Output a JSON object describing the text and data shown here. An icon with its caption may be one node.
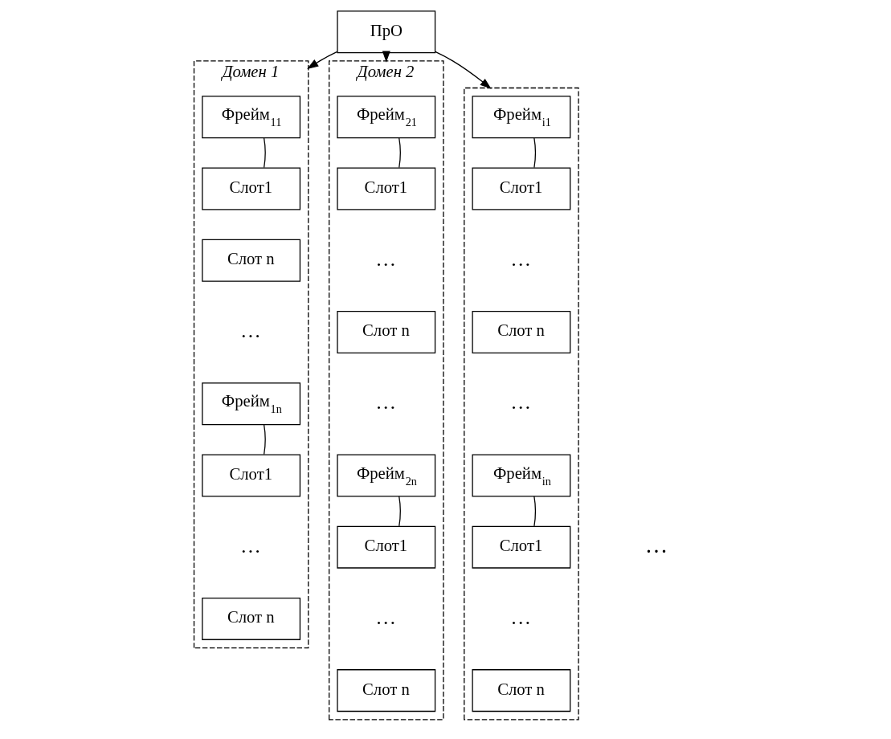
{
  "diagram": {
    "nodes": [
      {
        "text": [
          "ПрО"
        ]
      },
      {
        "text": [
          "Домен 1"
        ]
      },
      {
        "text": [
          "Фрейм$_{11}$"
        ],
        "in": 1
      },
      {
        "text": [
          "Слот1"
        ],
        "in": 1
      },
      {
        "text": [
          "Слот n"
        ],
        "in": 1
      },
      {
        "text": [
          "Фрейм$_{1n}$"
        ],
        "in": 1
      },
      {
        "text": [
          "Слот1"
        ],
        "in": 1
      },
      {
        "text": [
          "Слот n"
        ],
        "in": 1
      },
      {
        "text": [
          "Домен 2"
        ]
      },
      {
        "text": [
          "Фрейм$_{21}$"
        ],
        "in": 8
      },
      {
        "text": [
          "Слот1"
        ],
        "in": 8
      },
      {
        "text": [
          "Слот n"
        ],
        "in": 8
      },
      {
        "text": [
          "Фрейм$_{2n}$"
        ],
        "in": 8
      },
      {
        "text": [
          "Слот1"
        ],
        "in": 8
      },
      {
        "text": [
          "Слот n"
        ],
        "in": 8
      },
      {
        "text": [],
        "shape": "box"
      },
      {
        "text": [
          "Фрейм$_{i1}$"
        ],
        "in": 15
      },
      {
        "text": [
          "Слот1"
        ],
        "in": 15
      },
      {
        "text": [
          "Слот n"
        ],
        "in": 15
      },
      {
        "text": [
          "Фрейм$_{in}$"
        ],
        "in": 15
      },
      {
        "text": [
          "Слот1"
        ],
        "in": 15
      },
      {
        "text": [
          "Слот n"
        ],
        "in": 15
      }
    ],
    "edges": [
      {
        "from": 0,
        "to": 1,
        "arrow": "to"
      },
      {
        "from": 0,
        "to": 8,
        "arrow": "to"
      },
      {
        "from": 0,
        "to": 15,
        "arrow": "to"
      },
      {
        "from": 2,
        "to": 3,
        "arrow": "none"
      },
      {
        "from": 5,
        "to": 6,
        "arrow": "none"
      },
      {
        "from": 9,
        "to": 10,
        "arrow": "none"
      },
      {
        "from": 12,
        "to": 13,
        "arrow": "none"
      },
      {
        "from": 16,
        "to": 17,
        "arrow": "none"
      },
      {
        "from": 19,
        "to": 20,
        "arrow": "none"
      }
    ],
    "labels": [
      "…",
      "…",
      "…",
      "…",
      "…",
      "…",
      "…",
      "…",
      "…"
    ]
  }
}
